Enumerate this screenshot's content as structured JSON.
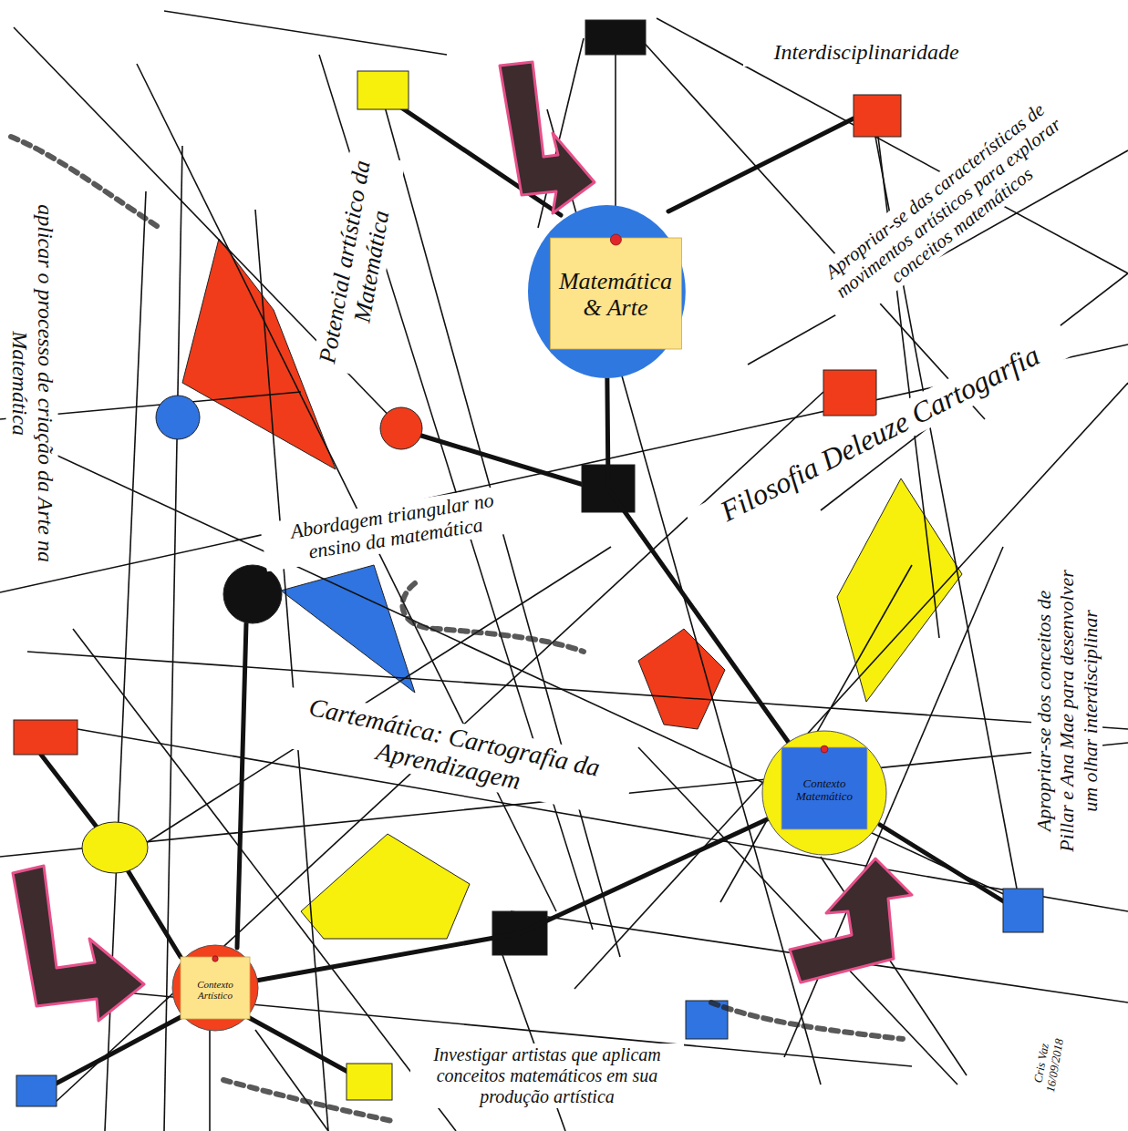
{
  "diagram": {
    "nodes": [
      {
        "text": [
          "Matemática & Arte"
        ]
      },
      {
        "text": [
          "Contexto Matemático"
        ]
      },
      {
        "text": [
          "Contexto Artístico"
        ]
      }
    ],
    "edges": [
      {
        "from": 0,
        "to": 1,
        "arrow": "none"
      },
      {
        "from": 1,
        "to": 2,
        "arrow": "none"
      }
    ],
    "labels": [
      "Interdisciplinaridade",
      "Apropriar-se das características de movimentos artísticos para explorar conceitos matemáticos",
      "Potencial artístico da Matemática",
      "aplicar o processo de criação da Arte na Matemática",
      "Filosofia Deleuze Cartogarfia",
      "Abordagem triangular no ensino da matemática",
      "Cartemática: Cartografia da Aprendizagem",
      "Apropriar-se dos conceitos de Pillar e Ana Mae para desenvolver um olhar interdisciplinar",
      "Investigar artistas que aplicam conceitos matemáticos em sua produção artística",
      "Cris Vaz 16/09/2018"
    ]
  }
}
